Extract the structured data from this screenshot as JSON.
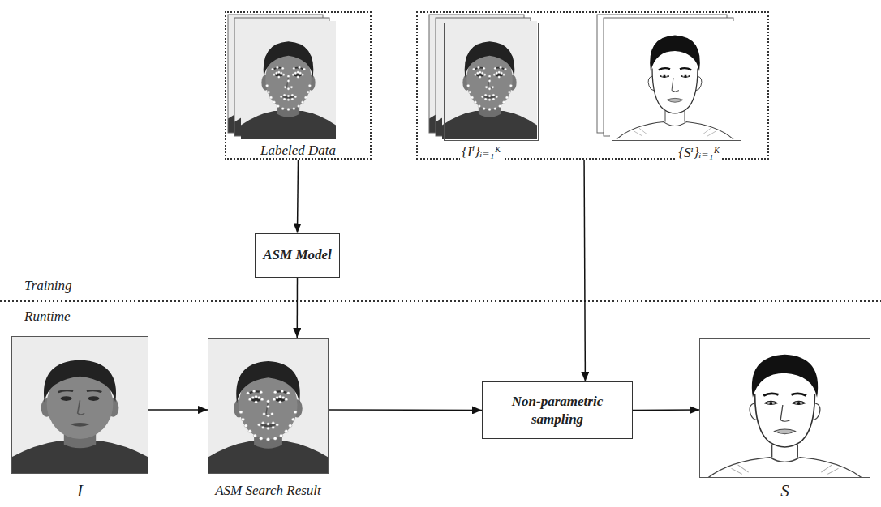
{
  "diagram": {
    "nodes": [
      {
        "text": [
          "Labeled Data"
        ]
      },
      {
        "text": []
      },
      {
        "text": [
          "{Iⁱ}ᵢ₌₁ᴷ"
        ],
        "in": 1
      },
      {
        "text": [
          "{Sⁱ}ᵢ₌₁ᴷ"
        ],
        "in": 1
      },
      {
        "text": [
          "ASM Model"
        ]
      },
      {
        "text": [
          "I"
        ]
      },
      {
        "text": [
          "ASM Search Result"
        ]
      },
      {
        "text": [
          "Non-parametric sampling"
        ]
      },
      {
        "text": [
          "S"
        ]
      }
    ],
    "edges": [
      {
        "from": 0,
        "to": 4,
        "arrow": "to"
      },
      {
        "from": 4,
        "to": 6,
        "arrow": "to"
      },
      {
        "from": 5,
        "to": 6,
        "arrow": "to"
      },
      {
        "from": 6,
        "to": 7,
        "arrow": "to"
      },
      {
        "from": 1,
        "to": 7,
        "arrow": "to"
      },
      {
        "from": 7,
        "to": 8,
        "arrow": "to"
      }
    ],
    "labels": [
      "Training",
      "Runtime"
    ]
  }
}
